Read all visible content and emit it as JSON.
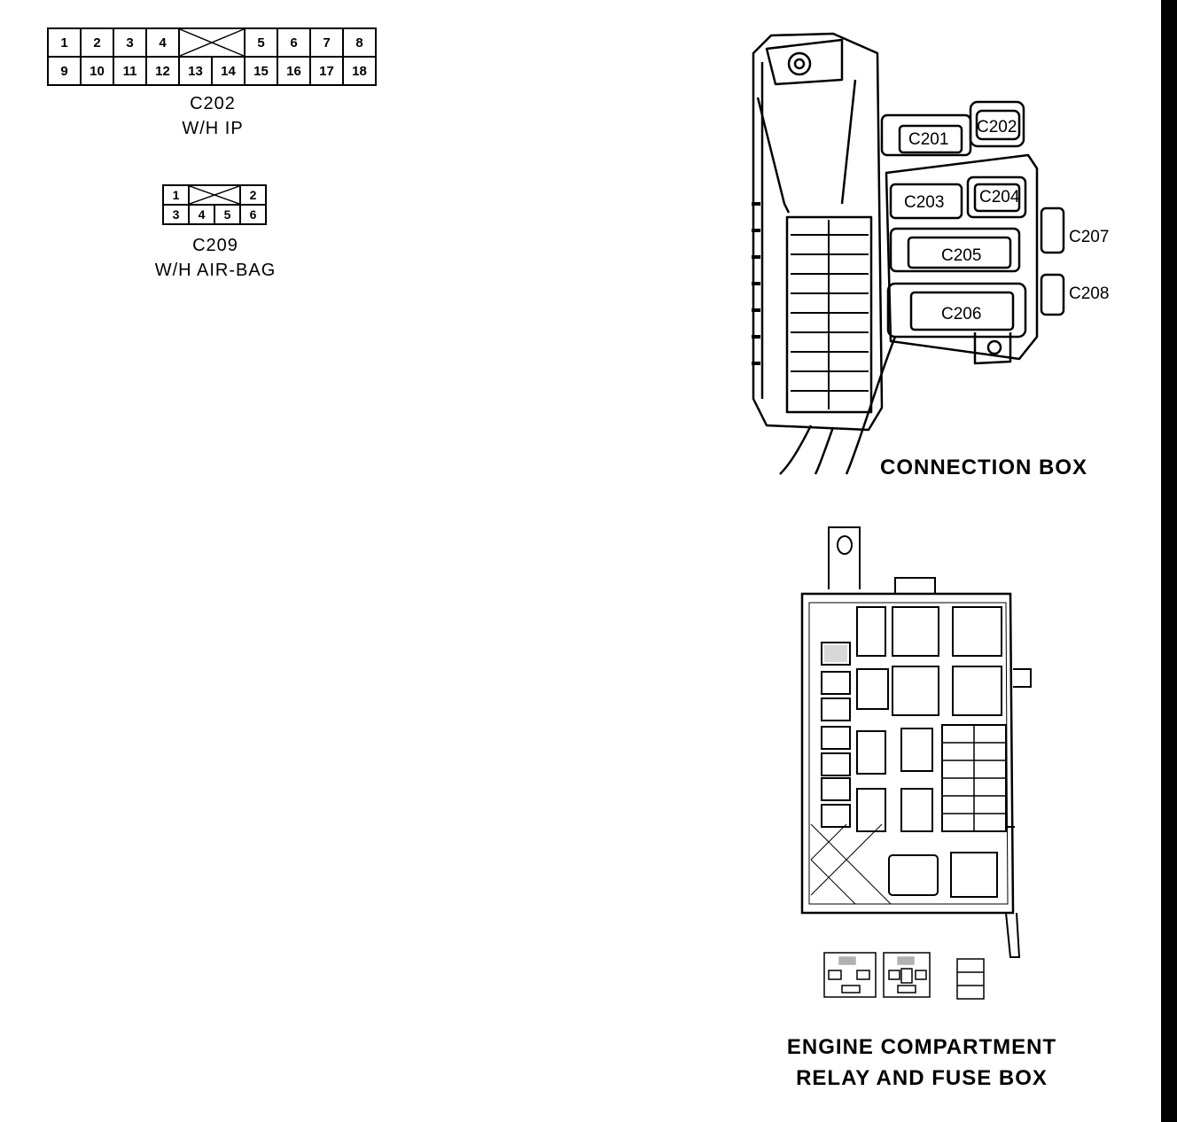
{
  "c202": {
    "row1": [
      "1",
      "2",
      "3",
      "4",
      "",
      "5",
      "6",
      "7",
      "8"
    ],
    "row2": [
      "9",
      "10",
      "11",
      "12",
      "13",
      "14",
      "15",
      "16",
      "17",
      "18"
    ],
    "name": "C202",
    "desc": "W/H IP"
  },
  "c209": {
    "row1": [
      "1",
      "",
      "2"
    ],
    "row2": [
      "3",
      "4",
      "5",
      "6"
    ],
    "name": "C209",
    "desc": "W/H AIR-BAG"
  },
  "connection_box": {
    "title": "CONNECTION BOX",
    "labels": {
      "c201": "C201",
      "c202": "C202",
      "c203": "C203",
      "c204": "C204",
      "c205": "C205",
      "c206": "C206",
      "c207": "C207",
      "c208": "C208"
    }
  },
  "engine_box": {
    "title_line1": "ENGINE COMPARTMENT",
    "title_line2": "RELAY AND FUSE BOX"
  }
}
